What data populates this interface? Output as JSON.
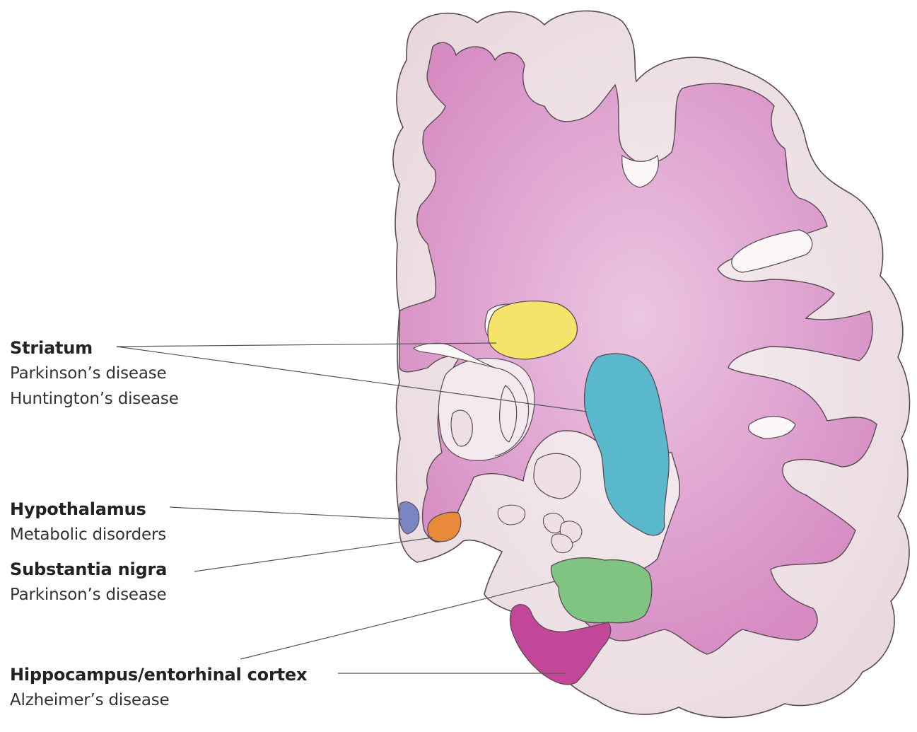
{
  "labels": {
    "striatum": {
      "title": "Striatum",
      "diseases": [
        "Parkinson’s disease",
        "Huntington’s disease"
      ]
    },
    "hypothalamus": {
      "title": "Hypothalamus",
      "diseases": [
        "Metabolic disorders"
      ]
    },
    "substantia_nigra": {
      "title": "Substantia nigra",
      "diseases": [
        "Parkinson’s disease"
      ]
    },
    "hippocampus": {
      "title": "Hippocampus/entorhinal cortex",
      "diseases": [
        "Alzheimer’s disease"
      ]
    }
  },
  "colors": {
    "grey_matter": "#ecdde3",
    "white_matter": "#d596c7",
    "outline": "#5a4a52",
    "striatum_caudate": "#f6e36a",
    "striatum_putamen": "#5ab8cc",
    "hypothalamus": "#7a86c4",
    "substantia_nigra": "#e98a3b",
    "hippocampus_region": "#7fc481",
    "entorhinal": "#c2469a",
    "leader_line": "#555555"
  }
}
